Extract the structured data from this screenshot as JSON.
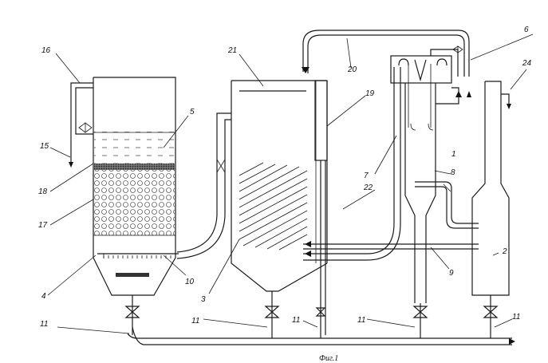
{
  "caption": "Фиг.1",
  "labels": {
    "l1": "1",
    "l2": "2",
    "l3": "3",
    "l4": "4",
    "l5": "5",
    "l6": "6",
    "l7": "7",
    "l8": "8",
    "l9": "9",
    "l10": "10",
    "l11a": "11",
    "l11b": "11",
    "l11c": "11",
    "l11d": "11",
    "l11e": "11",
    "l11f": "11",
    "l15": "15",
    "l16": "16",
    "l17": "17",
    "l18": "18",
    "l19": "19",
    "l20": "20",
    "l21": "21",
    "l22": "22",
    "l24": "24"
  }
}
